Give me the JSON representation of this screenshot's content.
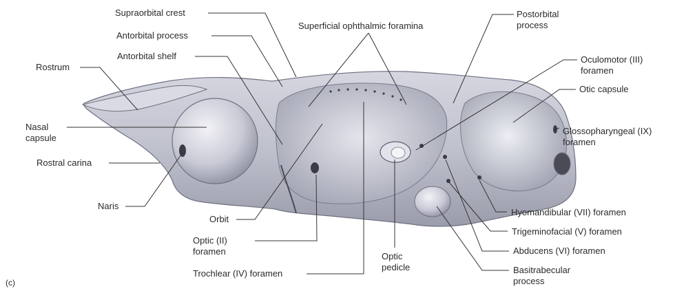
{
  "figure": {
    "panel_label": "(c)",
    "labels": {
      "supraorbital_crest": "Supraorbital crest",
      "antorbital_process": "Antorbital process",
      "antorbital_shelf": "Antorbital shelf",
      "rostrum": "Rostrum",
      "nasal_capsule_line1": "Nasal",
      "nasal_capsule_line2": "capsule",
      "rostral_carina": "Rostral carina",
      "naris": "Naris",
      "superficial_ophthalmic_foramina": "Superficial ophthalmic foramina",
      "postorbital_process_line1": "Postorbital",
      "postorbital_process_line2": "process",
      "oculomotor_line1": "Oculomotor (III)",
      "oculomotor_line2": "foramen",
      "otic_capsule": "Otic capsule",
      "glossopharyngeal_line1": "Glossopharyngeal (IX)",
      "glossopharyngeal_line2": "foramen",
      "orbit": "Orbit",
      "optic_foramen_line1": "Optic  (II)",
      "optic_foramen_line2": "foramen",
      "trochlear": "Trochlear (IV) foramen",
      "optic_pedicle_line1": "Optic",
      "optic_pedicle_line2": "pedicle",
      "hyomandibular": "Hyomandibular (VII) foramen",
      "trigeminofacial": "Trigeminofacial (V) foramen",
      "abducens": "Abducens (VI) foramen",
      "basitrabecular_line1": "Basitrabecular",
      "basitrabecular_line2": "process"
    },
    "colors": {
      "cartilage_fill": "#b8bac8",
      "cartilage_light": "#d8d9e2",
      "cartilage_shadow": "#8e90a0",
      "leader_line": "#333333",
      "text": "#2a2a2a"
    }
  }
}
